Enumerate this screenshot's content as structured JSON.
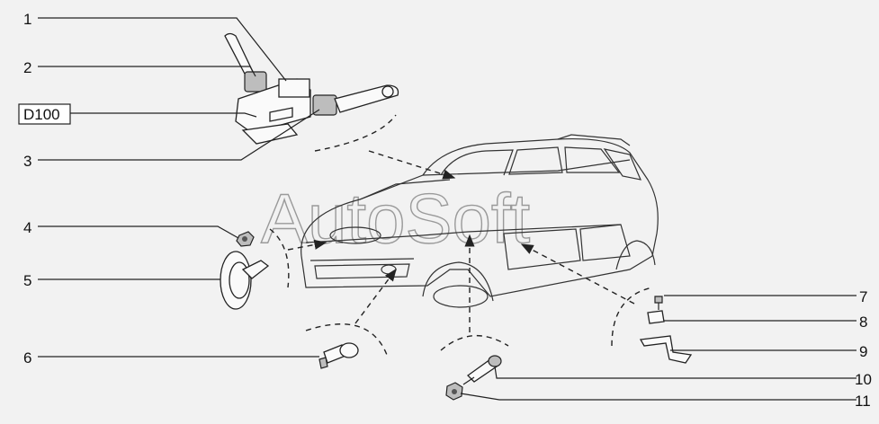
{
  "callouts": {
    "c1": "1",
    "c2": "2",
    "c3": "3",
    "c4": "4",
    "c5": "5",
    "c6": "6",
    "c7": "7",
    "c8": "8",
    "c9": "9",
    "c10": "10",
    "c11": "11",
    "ref": "D100"
  },
  "watermark": "AutoSoft"
}
